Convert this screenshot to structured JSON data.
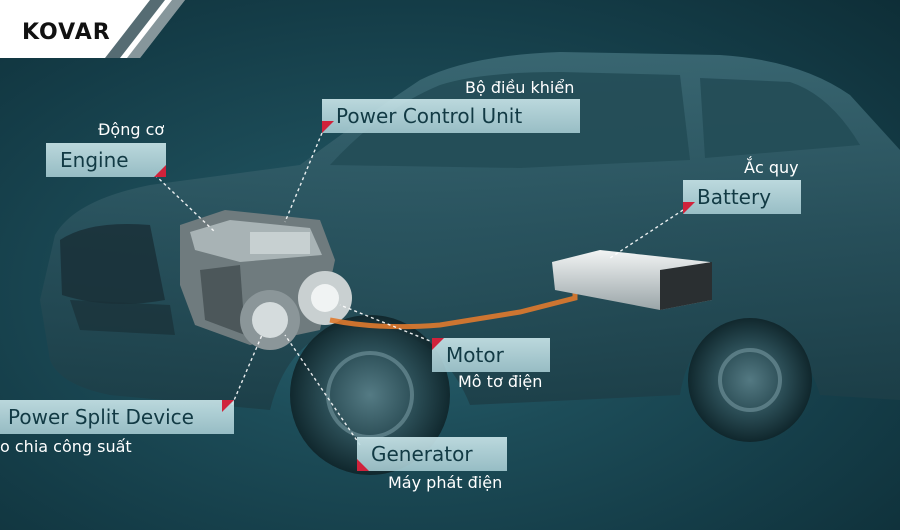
{
  "logo": {
    "text": "KOVAR"
  },
  "labels": {
    "engine": {
      "en": "Engine",
      "vi": "Động cơ"
    },
    "pcu": {
      "en": "Power Control Unit",
      "vi": "Bộ điều khiển"
    },
    "battery": {
      "en": "Battery",
      "vi": "Ắc quy"
    },
    "motor": {
      "en": "Motor",
      "vi": "Mô tơ điện"
    },
    "psd": {
      "en": "Power Split Device",
      "vi": "o chia công suất"
    },
    "generator": {
      "en": "Generator",
      "vi": "Máy phát điện"
    }
  },
  "colors": {
    "accent": "#d0223b",
    "label_bg": "#bcdde2",
    "background": "#1d4d59",
    "cable": "#e07a2e"
  }
}
